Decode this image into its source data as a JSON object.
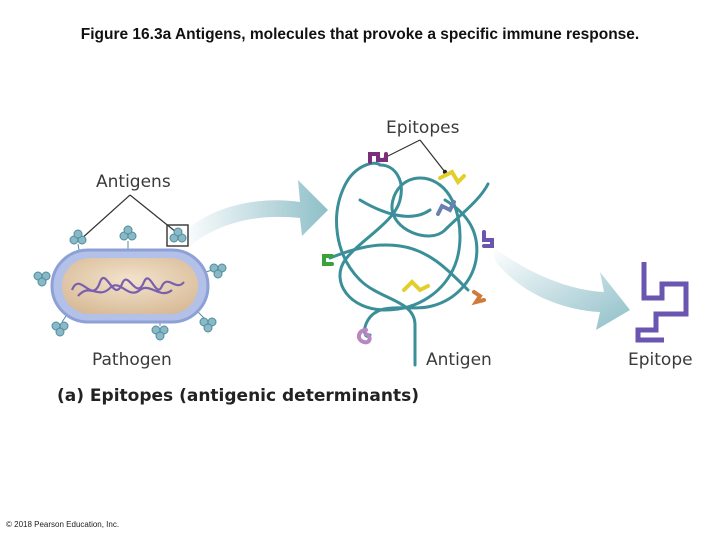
{
  "title": "Figure 16.3a  Antigens, molecules that provoke a specific immune response.",
  "labels": {
    "antigens": "Antigens",
    "pathogen": "Pathogen",
    "epitopes": "Epitopes",
    "antigen": "Antigen",
    "epitope": "Epitope"
  },
  "caption": "(a) Epitopes (antigenic determinants)",
  "copyright": "© 2018 Pearson Education, Inc.",
  "colors": {
    "strand": "#3a8f98",
    "arrow": "#8fbfc8",
    "pathogen_body": "#e9d3b8",
    "pathogen_border": "#8ea1d6",
    "dna": "#7a5fae",
    "antigen_knob": "#8ab8c6",
    "epitope_purple": "#6a55b0",
    "epitope_green": "#3aa23a",
    "epitope_yellow": "#e2cf2c",
    "epitope_orange": "#d07a3c",
    "epitope_pink": "#b887c2",
    "epitope_magenta": "#7b2d7e"
  }
}
